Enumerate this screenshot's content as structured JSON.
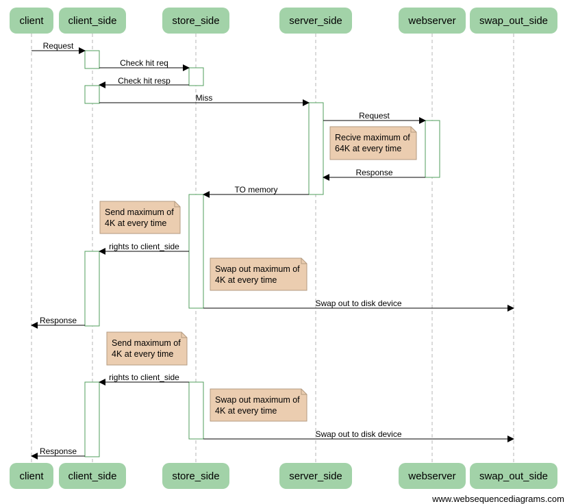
{
  "colors": {
    "participant_fill": "#a2d2a8",
    "activation_stroke": "#4f9e5b",
    "note_fill": "#ebcdb0",
    "note_stroke": "#b39a80",
    "lifeline": "#b5b5b5",
    "arrow": "#000000"
  },
  "participants": [
    {
      "id": "client",
      "label": "client"
    },
    {
      "id": "client_side",
      "label": "client_side"
    },
    {
      "id": "store_side",
      "label": "store_side"
    },
    {
      "id": "server_side",
      "label": "server_side"
    },
    {
      "id": "webserver",
      "label": "webserver"
    },
    {
      "id": "swap_out_side",
      "label": "swap_out_side"
    }
  ],
  "messages": [
    {
      "from": "client",
      "to": "client_side",
      "label": "Request"
    },
    {
      "from": "client_side",
      "to": "store_side",
      "label": "Check hit req"
    },
    {
      "from": "store_side",
      "to": "client_side",
      "label": "Check hit resp"
    },
    {
      "from": "client_side",
      "to": "server_side",
      "label": "Miss"
    },
    {
      "from": "server_side",
      "to": "webserver",
      "label": "Request"
    },
    {
      "from": "webserver",
      "to": "server_side",
      "label": "Response"
    },
    {
      "from": "server_side",
      "to": "store_side",
      "label": "TO memory"
    },
    {
      "from": "store_side",
      "to": "client_side",
      "label": "rights to client_side"
    },
    {
      "from": "store_side",
      "to": "swap_out_side",
      "label": "Swap out to disk device"
    },
    {
      "from": "client_side",
      "to": "client",
      "label": "Response"
    },
    {
      "from": "store_side",
      "to": "client_side",
      "label": "rights to client_side"
    },
    {
      "from": "store_side",
      "to": "swap_out_side",
      "label": "Swap out to disk device"
    },
    {
      "from": "client_side",
      "to": "client",
      "label": "Response"
    }
  ],
  "notes": [
    {
      "lines": [
        "Recive maximum of",
        "64K at every time"
      ]
    },
    {
      "lines": [
        "Send maximum of",
        "4K at every time"
      ]
    },
    {
      "lines": [
        "Swap out maximum of",
        "4K at every time"
      ]
    },
    {
      "lines": [
        "Send maximum of",
        "4K at every time"
      ]
    },
    {
      "lines": [
        "Swap out maximum of",
        "4K at every time"
      ]
    }
  ],
  "watermark": "www.websequencediagrams.com"
}
